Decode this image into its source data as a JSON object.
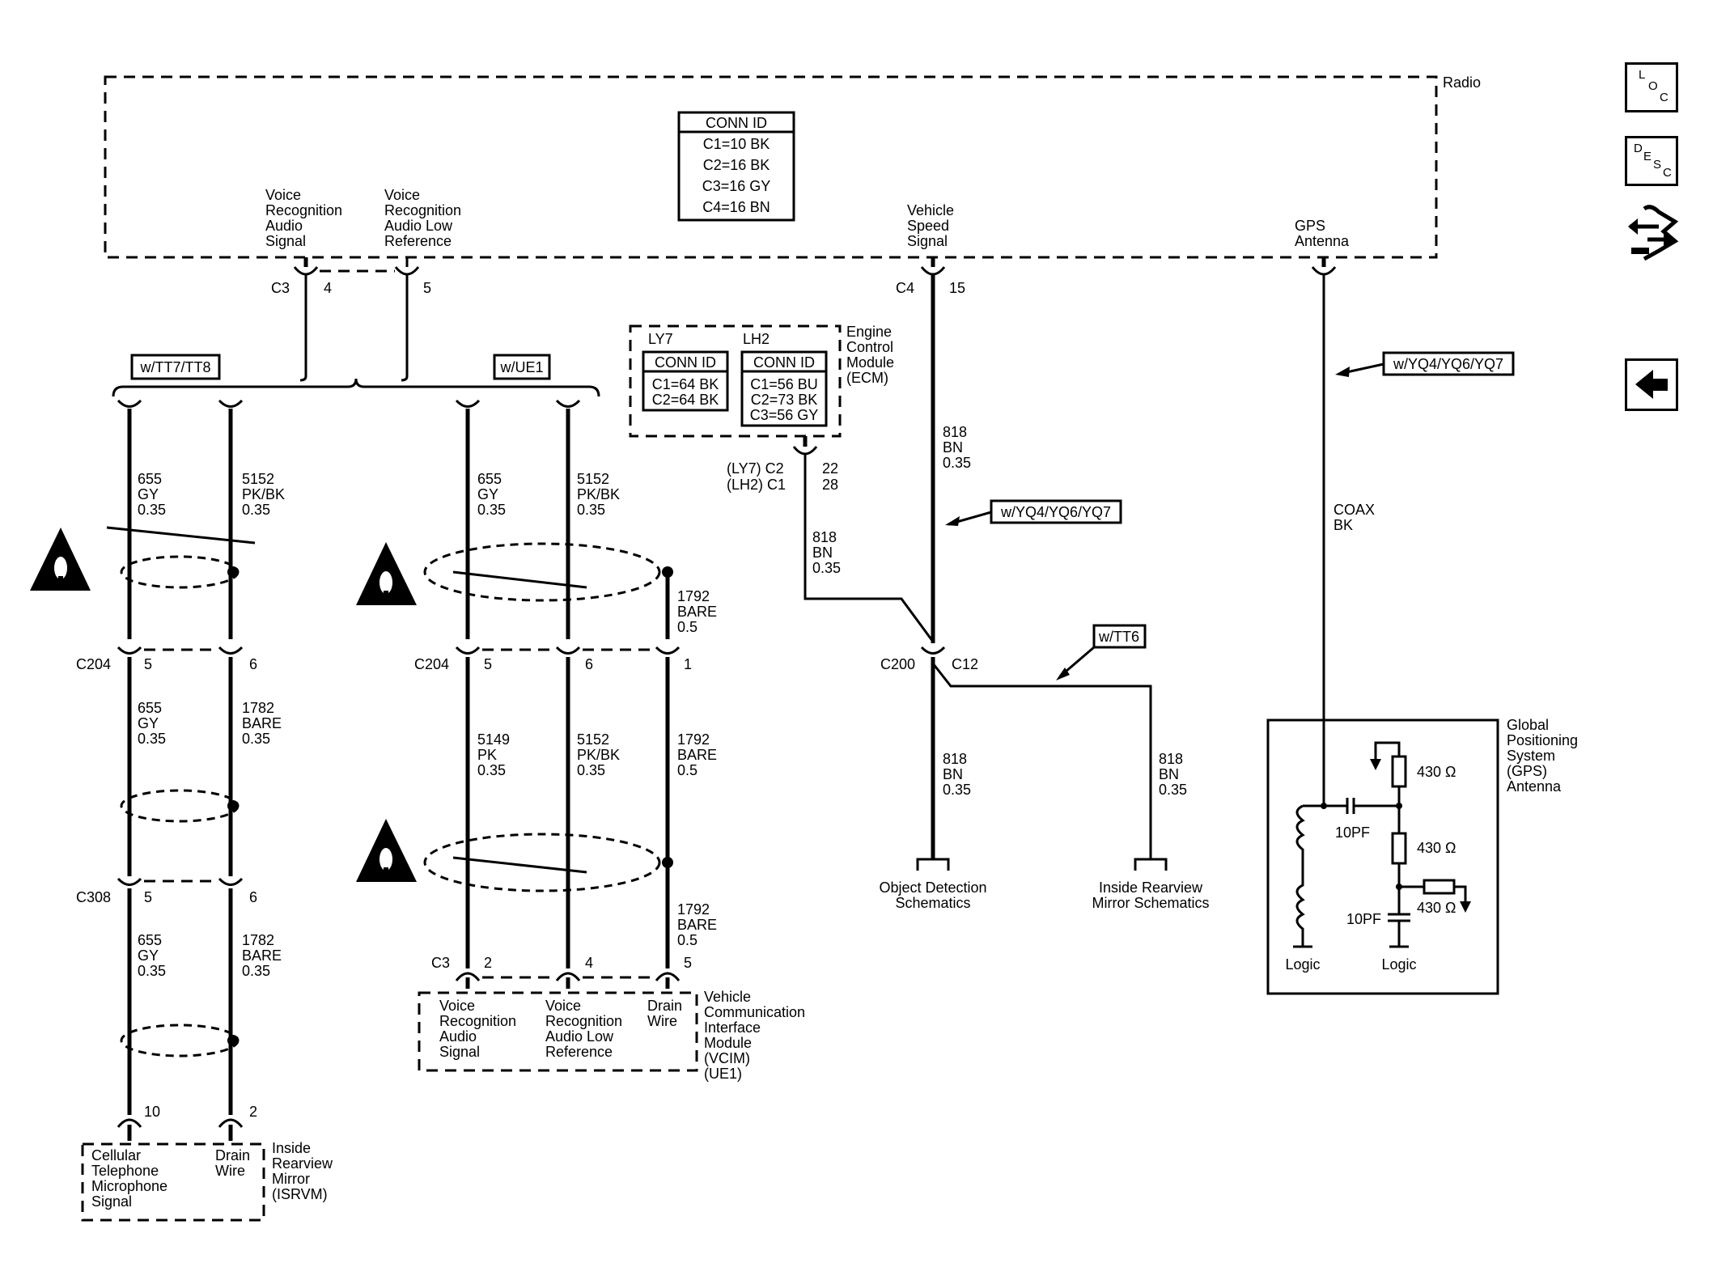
{
  "radio": {
    "title": "Radio",
    "conn_id_title": "CONN ID",
    "conn_ids": [
      "C1=10 BK",
      "C2=16 BK",
      "C3=16 GY",
      "C4=16 BN"
    ],
    "pin_vr_audio": [
      "Voice",
      "Recognition",
      "Audio",
      "Signal"
    ],
    "pin_vr_low": [
      "Voice",
      "Recognition",
      "Audio Low",
      "Reference"
    ],
    "pin_vss": [
      "Vehicle",
      "Speed",
      "Signal"
    ],
    "pin_gps": [
      "GPS",
      "Antenna"
    ],
    "conn_c3": "C3",
    "pin_4": "4",
    "pin_5": "5",
    "conn_c4": "C4",
    "pin_15": "15"
  },
  "options": {
    "tt7": "w/TT7/TT8",
    "ue1": "w/UE1",
    "yq4_a": "w/YQ4/YQ6/YQ7",
    "yq4_b": "w/YQ4/YQ6/YQ7",
    "tt6": "w/TT6"
  },
  "ecm": {
    "title": [
      "Engine",
      "Control",
      "Module",
      "(ECM)"
    ],
    "ly7": "LY7",
    "lh2": "LH2",
    "conn_id_title": "CONN ID",
    "ly7_ids": [
      "C1=64 BK",
      "C2=64 BK"
    ],
    "lh2_ids": [
      "C1=56 BU",
      "C2=73 BK",
      "C3=56 GY"
    ],
    "conn_ly7": "(LY7) C2",
    "conn_lh2": "(LH2) C1",
    "pin_22": "22",
    "pin_28": "28",
    "wire": [
      "818",
      "BN",
      "0.35"
    ]
  },
  "wires": {
    "w655": [
      "655",
      "GY",
      "0.35"
    ],
    "w5152": [
      "5152",
      "PK/BK",
      "0.35"
    ],
    "w1782": [
      "1782",
      "BARE",
      "0.35"
    ],
    "w1792": [
      "1792",
      "BARE",
      "0.5"
    ],
    "w5149": [
      "5149",
      "PK",
      "0.35"
    ],
    "w818": [
      "818",
      "BN",
      "0.35"
    ],
    "coax": [
      "COAX",
      "BK"
    ]
  },
  "connectors": {
    "c204": "C204",
    "c308": "C308",
    "c3": "C3",
    "c200": "C200",
    "c12": "C12",
    "p1": "1",
    "p2": "2",
    "p4": "4",
    "p5": "5",
    "p6": "6",
    "p10": "10"
  },
  "vcim": {
    "title": [
      "Vehicle",
      "Communication",
      "Interface",
      "Module",
      "(VCIM)",
      "(UE1)"
    ],
    "pin_audio": [
      "Voice",
      "Recognition",
      "Audio",
      "Signal"
    ],
    "pin_low": [
      "Voice",
      "Recognition",
      "Audio Low",
      "Reference"
    ],
    "pin_drain": [
      "Drain",
      "Wire"
    ]
  },
  "isrvm": {
    "title": [
      "Inside",
      "Rearview",
      "Mirror",
      "(ISRVM)"
    ],
    "pin_mic": [
      "Cellular",
      "Telephone",
      "Microphone",
      "Signal"
    ],
    "pin_drain": [
      "Drain",
      "Wire"
    ]
  },
  "destinations": {
    "object": [
      "Object Detection",
      "Schematics"
    ],
    "mirror": [
      "Inside Rearview",
      "Mirror Schematics"
    ]
  },
  "gps": {
    "title": [
      "Global",
      "Positioning",
      "System",
      "(GPS)",
      "Antenna"
    ],
    "r1": "430 Ω",
    "r2": "430 Ω",
    "r3": "430 Ω",
    "c1": "10PF",
    "c2": "10PF",
    "logic1": "Logic",
    "logic2": "Logic"
  },
  "nav": {
    "loc": [
      "L",
      "O",
      "C"
    ],
    "desc": [
      "D",
      "E",
      "S",
      "C"
    ],
    "connector_icon": "connector-end-view-icon",
    "back_icon": "back-arrow-icon"
  }
}
